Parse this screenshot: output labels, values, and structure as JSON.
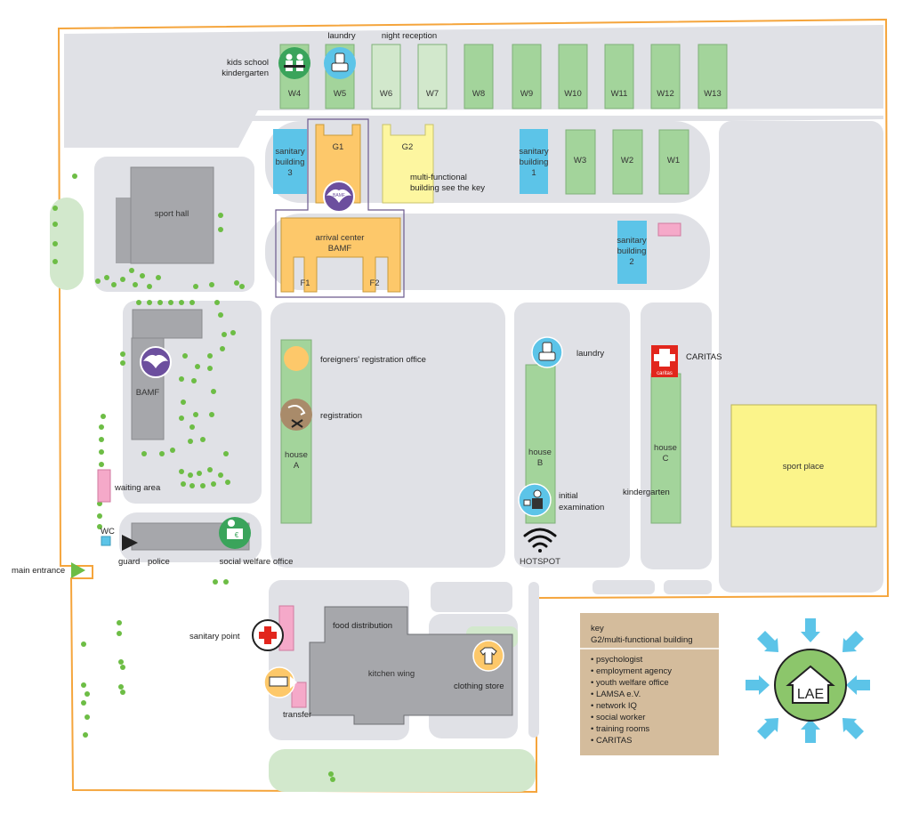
{
  "entrance": {
    "label": "main entrance"
  },
  "top_labels": {
    "laundry": "laundry",
    "night_reception": "night reception",
    "kids": [
      "kids school",
      "kindergarten"
    ]
  },
  "w_buildings": [
    "W4",
    "W5",
    "W6",
    "W7",
    "W8",
    "W9",
    "W10",
    "W11",
    "W12",
    "W13"
  ],
  "w_row2": [
    "W3",
    "W2",
    "W1"
  ],
  "sanitary": {
    "s3": [
      "sanitary",
      "building",
      "3"
    ],
    "s1": [
      "sanitary",
      "building",
      "1"
    ],
    "s2": [
      "sanitary",
      "building",
      "2"
    ],
    "point": "sanitary point"
  },
  "g_buildings": {
    "g1": "G1",
    "g2": "G2",
    "f1": "F1",
    "f2": "F2"
  },
  "multi": [
    "multi-functional",
    "building see the key"
  ],
  "arrival": [
    "arrival center",
    "BAMF"
  ],
  "sport_hall": "sport hall",
  "bamf": {
    "label": "BAMF",
    "badge": "BAMF"
  },
  "waiting_area": "waiting area",
  "wc": "WC",
  "guard": "guard",
  "police": "police",
  "social_welfare": "social welfare office",
  "house_a": [
    "house",
    "A"
  ],
  "house_b": [
    "house",
    "B"
  ],
  "house_c": [
    "house",
    "C"
  ],
  "foreigners_office": "foreigners' registration office",
  "registration": "registration",
  "laundry_b": "laundry",
  "initial_exam": [
    "initial",
    "examination"
  ],
  "hotspot": "HOTSPOT",
  "caritas": {
    "label": "CARITAS",
    "logo": "caritas"
  },
  "kindergarten": "kindergarten",
  "sport_place": "sport place",
  "food_distribution": "food distribution",
  "kitchen_wing": "kitchen wing",
  "clothing_store": "clothing store",
  "transfer": "transfer",
  "key": {
    "title": "key",
    "subtitle": "G2/multi-functional building",
    "items": [
      "psychologist",
      "employment agency",
      "youth welfare office",
      "LAMSA e.V.",
      "network IQ",
      "social worker",
      "training rooms",
      "CARITAS"
    ]
  },
  "lae": "LAE",
  "colors": {
    "ground": "#e0e1e6",
    "green_building": "#a3d49b",
    "light_green": "#d2e8cc",
    "orange": "#fdc86a",
    "yellow": "#fdf6a0",
    "blue": "#5cc4e8",
    "pink": "#f5a9c9",
    "gray_building": "#a6a7ab",
    "sport_place": "#fbf48a",
    "key_box": "#d4bc9c",
    "border": "#f5a53c",
    "tree": "#6dbd45",
    "purple": "#6c4f9e",
    "lae_green": "#8cc66b",
    "lae_arrow": "#5cc4e8",
    "red": "#e2261d"
  }
}
